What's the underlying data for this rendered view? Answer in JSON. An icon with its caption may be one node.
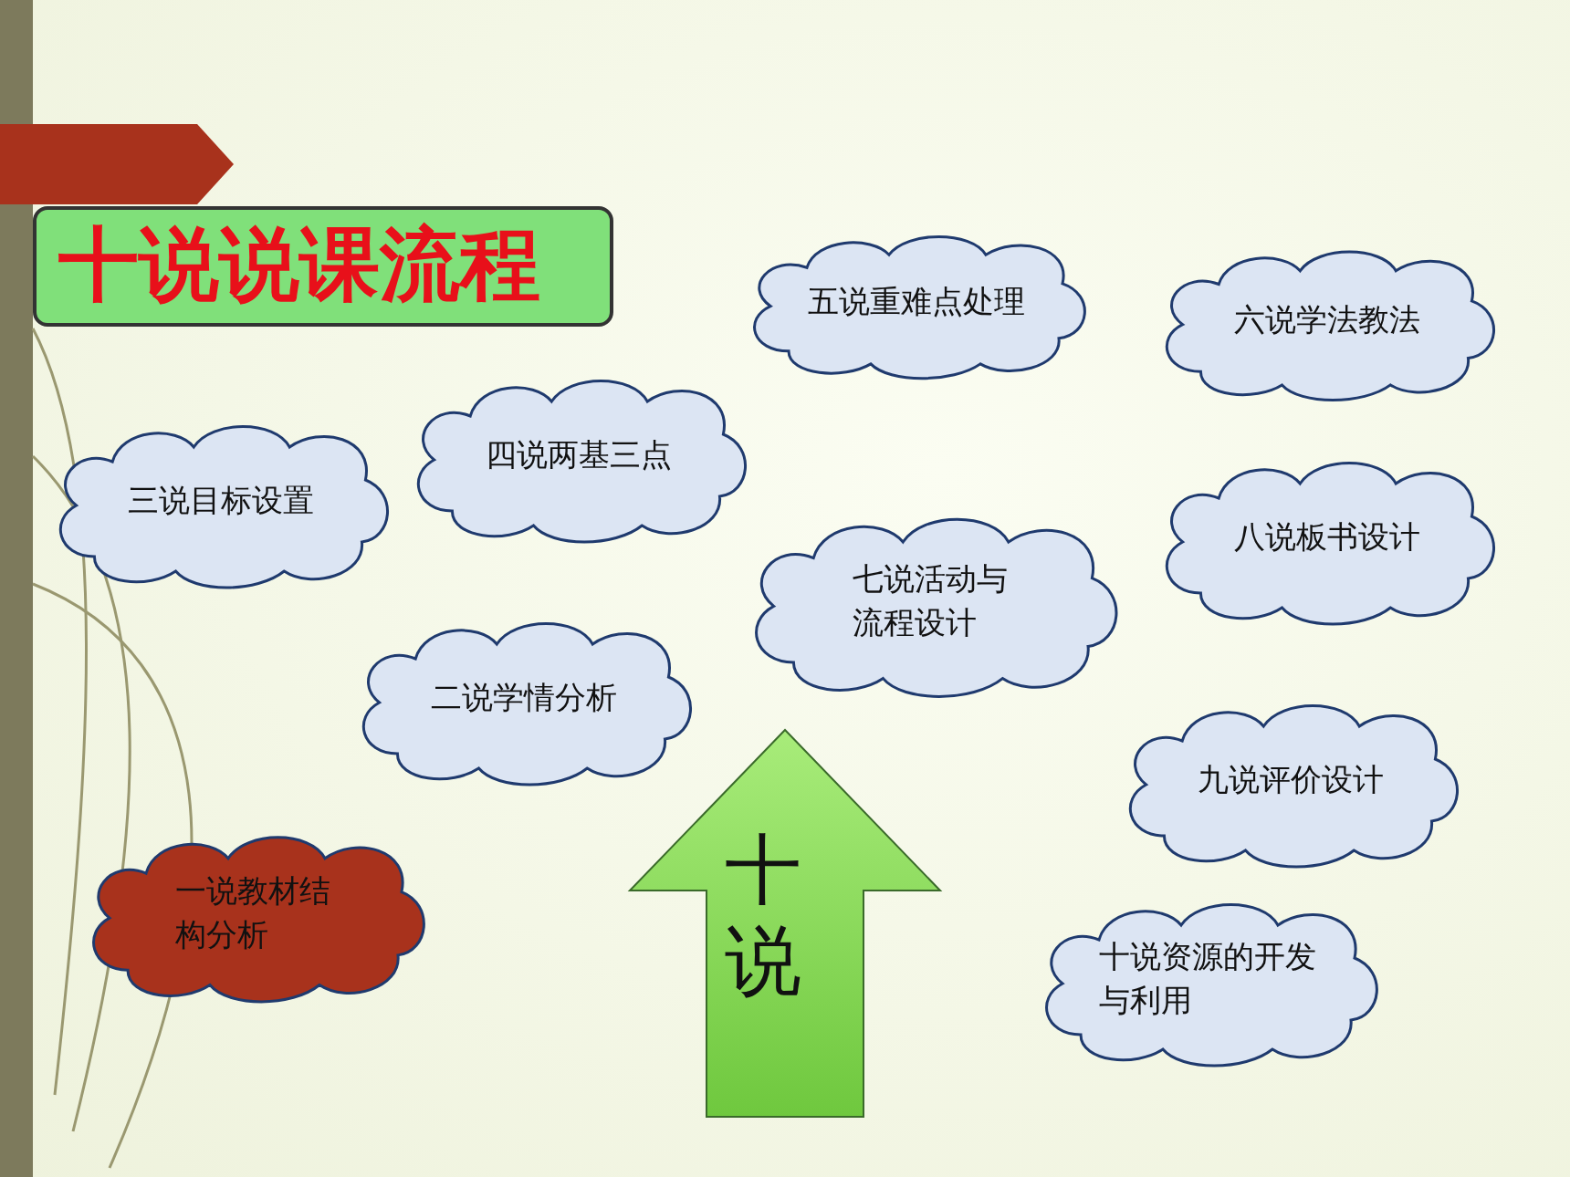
{
  "diagram": {
    "nodes": [
      {
        "text": [
          "十说说课流程"
        ]
      },
      {
        "text": [
          "五说重难点处理"
        ]
      },
      {
        "text": [
          "六说学法教法"
        ]
      },
      {
        "text": [
          "四说两基三点"
        ]
      },
      {
        "text": [
          "三说目标设置"
        ]
      },
      {
        "text": [
          "八说板书设计"
        ]
      },
      {
        "text": [
          "七说活动与流程设计"
        ]
      },
      {
        "text": [
          "二说学情分析"
        ]
      },
      {
        "text": [
          "九说评价设计"
        ]
      },
      {
        "text": [
          "一说教材结构分析"
        ]
      },
      {
        "text": [
          "十说"
        ]
      },
      {
        "text": [
          "十说资源的开发与利用"
        ]
      }
    ]
  }
}
